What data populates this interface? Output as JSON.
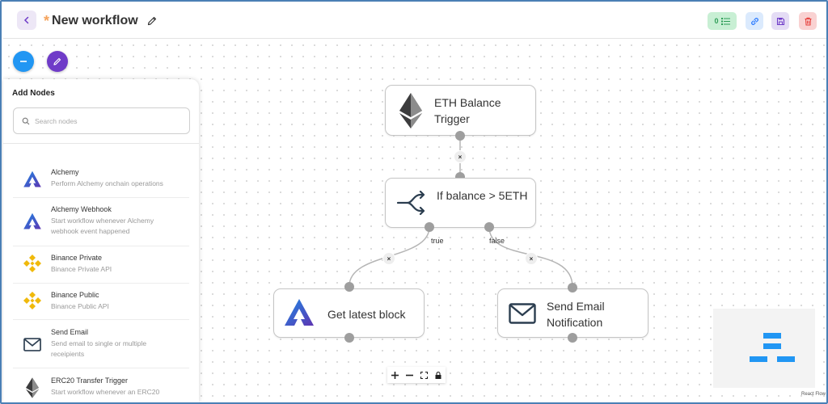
{
  "header": {
    "asterisk": "*",
    "title": "New workflow",
    "count_badge": "0"
  },
  "panel": {
    "title": "Add Nodes",
    "search_placeholder": "Search nodes",
    "items": [
      {
        "name": "Alchemy",
        "desc": "Perform Alchemy onchain operations",
        "icon": "alchemy-icon"
      },
      {
        "name": "Alchemy Webhook",
        "desc": "Start workflow whenever Alchemy webhook event happened",
        "icon": "alchemy-icon"
      },
      {
        "name": "Binance Private",
        "desc": "Binance Private API",
        "icon": "binance-icon"
      },
      {
        "name": "Binance Public",
        "desc": "Binance Public API",
        "icon": "binance-icon"
      },
      {
        "name": "Send Email",
        "desc": "Send email to single or multiple receipients",
        "icon": "mail-icon"
      },
      {
        "name": "ERC20 Transfer Trigger",
        "desc": "Start workflow whenever an ERC20",
        "icon": "ethereum-icon"
      }
    ]
  },
  "flow": {
    "nodes": {
      "eth_trigger": "ETH Balance Trigger",
      "if_balance": "If balance > 5ETH",
      "get_block": "Get latest block",
      "send_email": "Send Email Notification"
    },
    "edge_labels": {
      "true": "true",
      "false": "false"
    },
    "edge_delete": "×"
  },
  "attribution": "React Flow",
  "colors": {
    "primary_blue": "#2196f3",
    "primary_purple": "#6f3bc8",
    "accent_asterisk": "#f5a35c",
    "badge_green": "#c8efd4",
    "binance_yellow": "#f0b90b",
    "alchemy_blue": "#3d5afe",
    "minimap_node": "#2196f3"
  }
}
